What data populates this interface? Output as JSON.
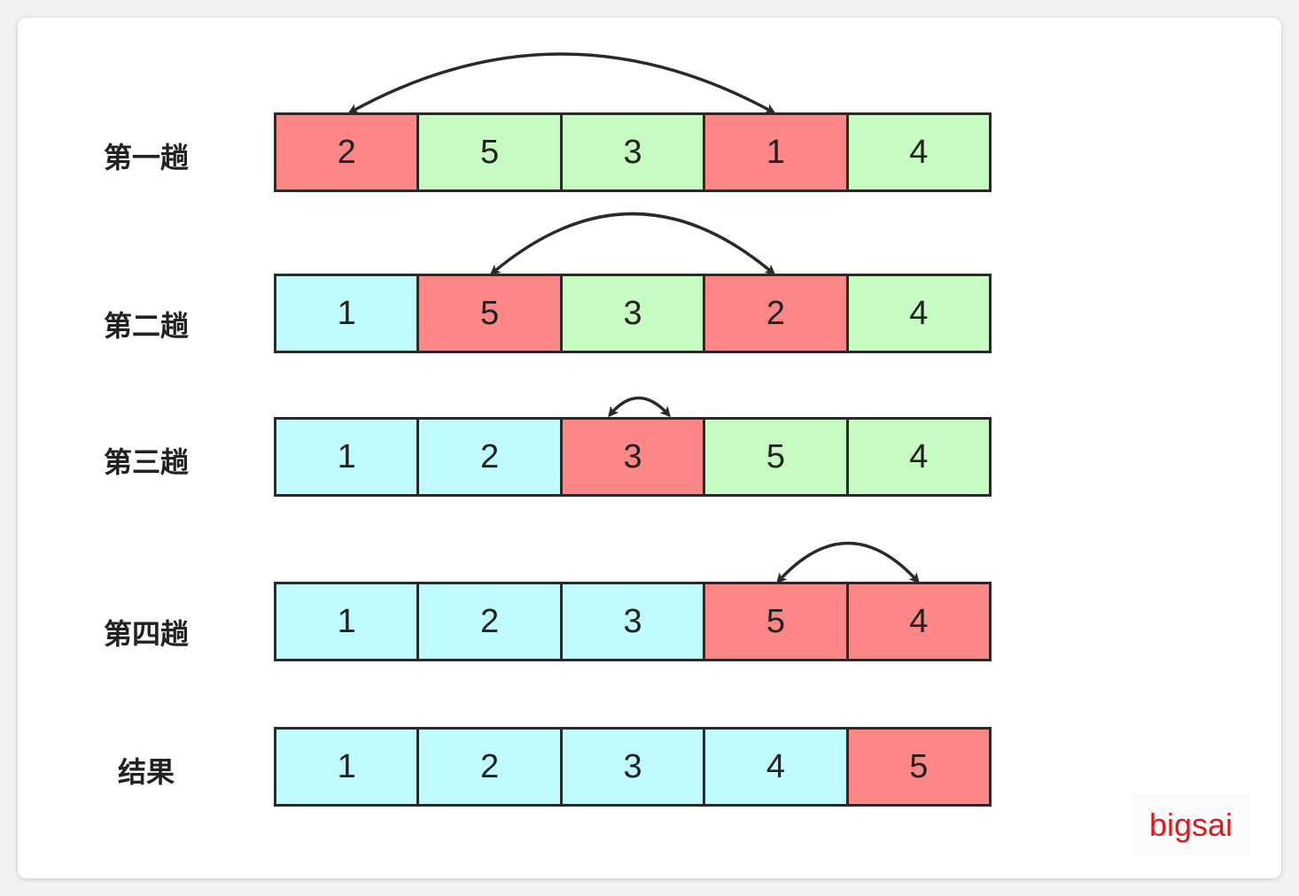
{
  "colors": {
    "swap": "#fd8686",
    "unsorted": "#c6fbc1",
    "sorted": "#c0fcfd",
    "watermark": "#e8141b"
  },
  "rows": [
    {
      "label": "第一趟",
      "cells": [
        {
          "value": "2",
          "state": "swap"
        },
        {
          "value": "5",
          "state": "unsorted"
        },
        {
          "value": "3",
          "state": "unsorted"
        },
        {
          "value": "1",
          "state": "swap"
        },
        {
          "value": "4",
          "state": "unsorted"
        }
      ],
      "swap": [
        0,
        3
      ]
    },
    {
      "label": "第二趟",
      "cells": [
        {
          "value": "1",
          "state": "sorted"
        },
        {
          "value": "5",
          "state": "swap"
        },
        {
          "value": "3",
          "state": "unsorted"
        },
        {
          "value": "2",
          "state": "swap"
        },
        {
          "value": "4",
          "state": "unsorted"
        }
      ],
      "swap": [
        1,
        3
      ]
    },
    {
      "label": "第三趟",
      "cells": [
        {
          "value": "1",
          "state": "sorted"
        },
        {
          "value": "2",
          "state": "sorted"
        },
        {
          "value": "3",
          "state": "swap"
        },
        {
          "value": "5",
          "state": "unsorted"
        },
        {
          "value": "4",
          "state": "unsorted"
        }
      ],
      "swap": [
        2,
        2
      ]
    },
    {
      "label": "第四趟",
      "cells": [
        {
          "value": "1",
          "state": "sorted"
        },
        {
          "value": "2",
          "state": "sorted"
        },
        {
          "value": "3",
          "state": "sorted"
        },
        {
          "value": "5",
          "state": "swap"
        },
        {
          "value": "4",
          "state": "swap"
        }
      ],
      "swap": [
        3,
        4
      ]
    },
    {
      "label": "结果",
      "cells": [
        {
          "value": "1",
          "state": "sorted"
        },
        {
          "value": "2",
          "state": "sorted"
        },
        {
          "value": "3",
          "state": "sorted"
        },
        {
          "value": "4",
          "state": "sorted"
        },
        {
          "value": "5",
          "state": "swap"
        }
      ],
      "swap": null
    }
  ],
  "watermark": "bigsai"
}
